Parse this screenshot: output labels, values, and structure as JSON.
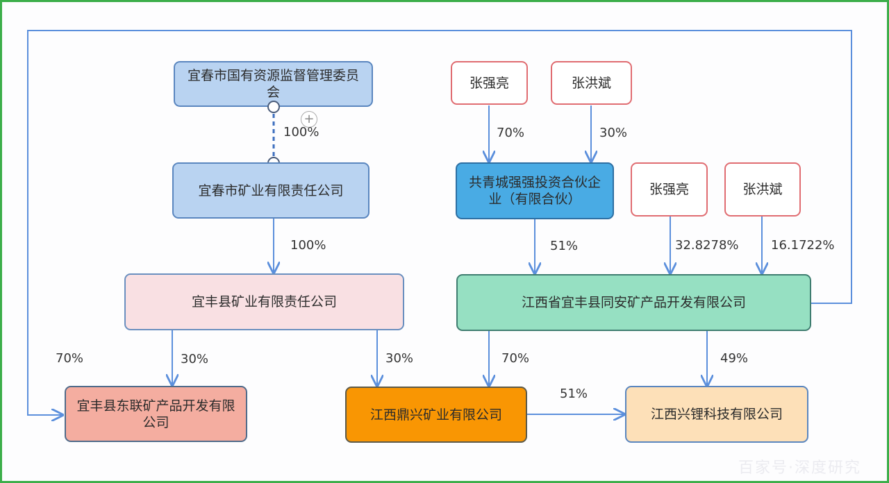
{
  "nodes": {
    "yichun_sasac": "宜春市国有资源监督管理委员会",
    "yichun_mining": "宜春市矿业有限责任公司",
    "yifeng_mining": "宜丰县矿业有限责任公司",
    "donglian": "宜丰县东联矿产品开发有限公司",
    "dingxing": "江西鼎兴矿业有限公司",
    "xingli": "江西兴锂科技有限公司",
    "tongan": "江西省宜丰县同安矿产品开发有限公司",
    "gongqing": "共青城强强投资合伙企业（有限合伙）",
    "person1_a": "张强亮",
    "person2_a": "张洪斌",
    "person1_b": "张强亮",
    "person2_b": "张洪斌"
  },
  "edges": {
    "sasac_to_yichun": "100%",
    "yichun_to_yifeng": "100%",
    "p1_to_gongqing": "70%",
    "p2_to_gongqing": "30%",
    "gongqing_to_tongan": "51%",
    "p1_to_tongan": "32.8278%",
    "p2_to_tongan": "16.1722%",
    "tongan_to_donglian": "70%",
    "yifeng_to_donglian": "30%",
    "yifeng_to_dingxing": "30%",
    "tongan_to_dingxing": "70%",
    "tongan_to_xingli": "49%",
    "dingxing_to_xingli": "51%"
  },
  "colors": {
    "frame": "#3cae4a",
    "edge": "#5b8fdc",
    "government": "#b9d3f1",
    "yifeng": "#f9e0e3",
    "donglian": "#f4ada0",
    "dingxing": "#f99603",
    "xingli": "#fde0b8",
    "tongan": "#96e0c2",
    "gongqing": "#49abe4",
    "person_border": "#e06c71"
  },
  "watermark": "百家号·深度研究"
}
